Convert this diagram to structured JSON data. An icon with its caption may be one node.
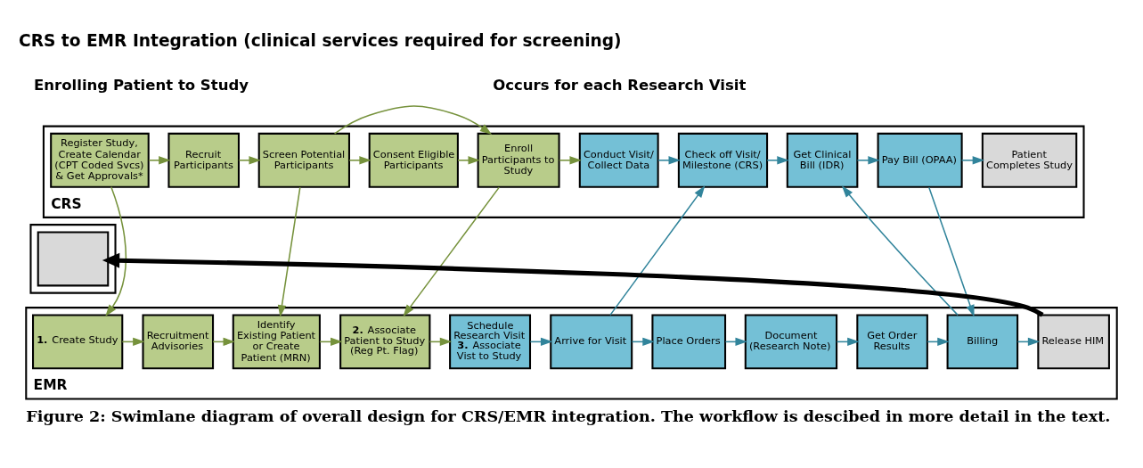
{
  "diagram": {
    "title": "CRS to EMR Integration (clinical services required for screening)",
    "caption": "Figure 2: Swimlane diagram of overall design for CRS/EMR integration. The workflow is descibed in more detail in the text.",
    "nodes": [
      {
        "text": [
          "CRS"
        ]
      },
      {
        "text": [
          "Register Study, Create Calendar (CPT Coded Svcs) & Get Approvals*"
        ],
        "in": 0
      },
      {
        "text": [
          "Recruit Participants"
        ],
        "in": 0
      },
      {
        "text": [
          "Screen Potential Participants"
        ],
        "in": 0
      },
      {
        "text": [
          "Consent Eligible Participants"
        ],
        "in": 0
      },
      {
        "text": [
          "Enroll Participants to Study"
        ],
        "in": 0
      },
      {
        "text": [
          "Conduct Visit/ Collect Data"
        ],
        "in": 0
      },
      {
        "text": [
          "Check off Visit/ Milestone (CRS)"
        ],
        "in": 0
      },
      {
        "text": [
          "Get Clinical Bill (IDR)"
        ],
        "in": 0
      },
      {
        "text": [
          "Pay Bill (OPAA)"
        ],
        "in": 0
      },
      {
        "text": [
          "Patient Completes Study"
        ],
        "in": 0
      },
      {
        "text": [],
        "shape": "box"
      },
      {
        "text": [],
        "shape": "box",
        "in": 11
      },
      {
        "text": [
          "EMR"
        ]
      },
      {
        "text": [
          "**1.** Create Study"
        ],
        "in": 13
      },
      {
        "text": [
          "Recruitment Advisories"
        ],
        "in": 13
      },
      {
        "text": [
          "Identify Existing Patient or Create Patient (MRN)"
        ],
        "in": 13
      },
      {
        "text": [
          "**2.** Associate Patient to Study (Reg Pt. Flag)"
        ],
        "in": 13
      },
      {
        "text": [
          "Schedule Research Visit",
          "**3.** Associate Vist to Study"
        ],
        "in": 13
      },
      {
        "text": [
          "Arrive for Visit"
        ],
        "in": 13
      },
      {
        "text": [
          "Place Orders"
        ],
        "in": 13
      },
      {
        "text": [
          "Document (Research Note)"
        ],
        "in": 13
      },
      {
        "text": [
          "Get Order Results"
        ],
        "in": 13
      },
      {
        "text": [
          "Billing"
        ],
        "in": 13
      },
      {
        "text": [
          "Release HIM"
        ],
        "in": 13
      }
    ],
    "edges": [
      {
        "from": 1,
        "to": 2,
        "arrow": "to"
      },
      {
        "from": 2,
        "to": 3,
        "arrow": "to"
      },
      {
        "from": 3,
        "to": 4,
        "arrow": "to"
      },
      {
        "from": 4,
        "to": 5,
        "arrow": "to"
      },
      {
        "from": 5,
        "to": 6,
        "arrow": "to"
      },
      {
        "from": 6,
        "to": 7,
        "arrow": "to",
        "color": "#31849b"
      },
      {
        "from": 7,
        "to": 8,
        "arrow": "to",
        "color": "#31849b"
      },
      {
        "from": 8,
        "to": 9,
        "arrow": "to",
        "color": "#31849b"
      },
      {
        "from": 9,
        "to": 10,
        "arrow": "to",
        "color": "#31849b"
      },
      {
        "from": 1,
        "to": 14,
        "arrow": "to"
      },
      {
        "from": 3,
        "to": 16,
        "arrow": "to"
      },
      {
        "from": 3,
        "to": 5,
        "arrow": "to"
      },
      {
        "from": 5,
        "to": 17,
        "arrow": "to"
      },
      {
        "from": 14,
        "to": 15,
        "arrow": "to"
      },
      {
        "from": 15,
        "to": 16,
        "arrow": "to"
      },
      {
        "from": 16,
        "to": 17,
        "arrow": "to"
      },
      {
        "from": 17,
        "to": 18,
        "arrow": "to"
      },
      {
        "from": 18,
        "to": 19,
        "arrow": "to",
        "color": "#31849b"
      },
      {
        "from": 19,
        "to": 20,
        "arrow": "to",
        "color": "#31849b"
      },
      {
        "from": 20,
        "to": 21,
        "arrow": "to",
        "color": "#31849b"
      },
      {
        "from": 21,
        "to": 22,
        "arrow": "to",
        "color": "#31849b"
      },
      {
        "from": 22,
        "to": 23,
        "arrow": "to",
        "color": "#31849b"
      },
      {
        "from": 23,
        "to": 24,
        "arrow": "to",
        "color": "#31849b"
      },
      {
        "from": 19,
        "to": 7,
        "arrow": "to",
        "color": "#31849b"
      },
      {
        "from": 23,
        "to": 8,
        "arrow": "to",
        "color": "#31849b"
      },
      {
        "from": 9,
        "to": 23,
        "arrow": "to",
        "color": "#31849b"
      },
      {
        "from": 24,
        "to": 12,
        "arrow": "to",
        "color": "#000000",
        "style": "thick"
      }
    ],
    "labels": [
      "Enrolling Patient to Study",
      "Occurs for each Research Visit"
    ]
  }
}
